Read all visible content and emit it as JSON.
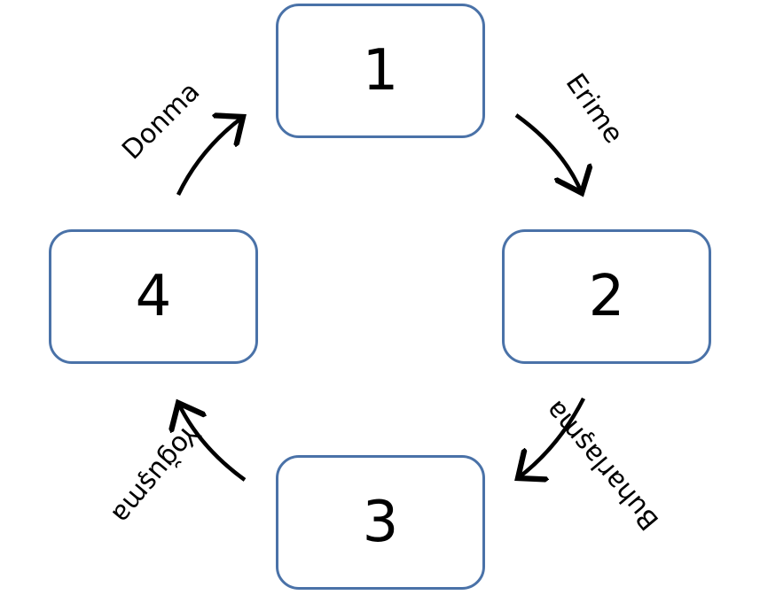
{
  "diagram": {
    "states": [
      {
        "id": "1",
        "label": "1"
      },
      {
        "id": "2",
        "label": "2"
      },
      {
        "id": "3",
        "label": "3"
      },
      {
        "id": "4",
        "label": "4"
      }
    ],
    "transitions": [
      {
        "from": "1",
        "to": "2",
        "label": "Erime"
      },
      {
        "from": "2",
        "to": "3",
        "label": "Buharlaşma"
      },
      {
        "from": "3",
        "to": "4",
        "label": "Yoğuşma"
      },
      {
        "from": "4",
        "to": "1",
        "label": "Donma"
      }
    ],
    "colors": {
      "box_border": "#4a72a8",
      "arrow": "#000000",
      "text": "#000000"
    }
  }
}
